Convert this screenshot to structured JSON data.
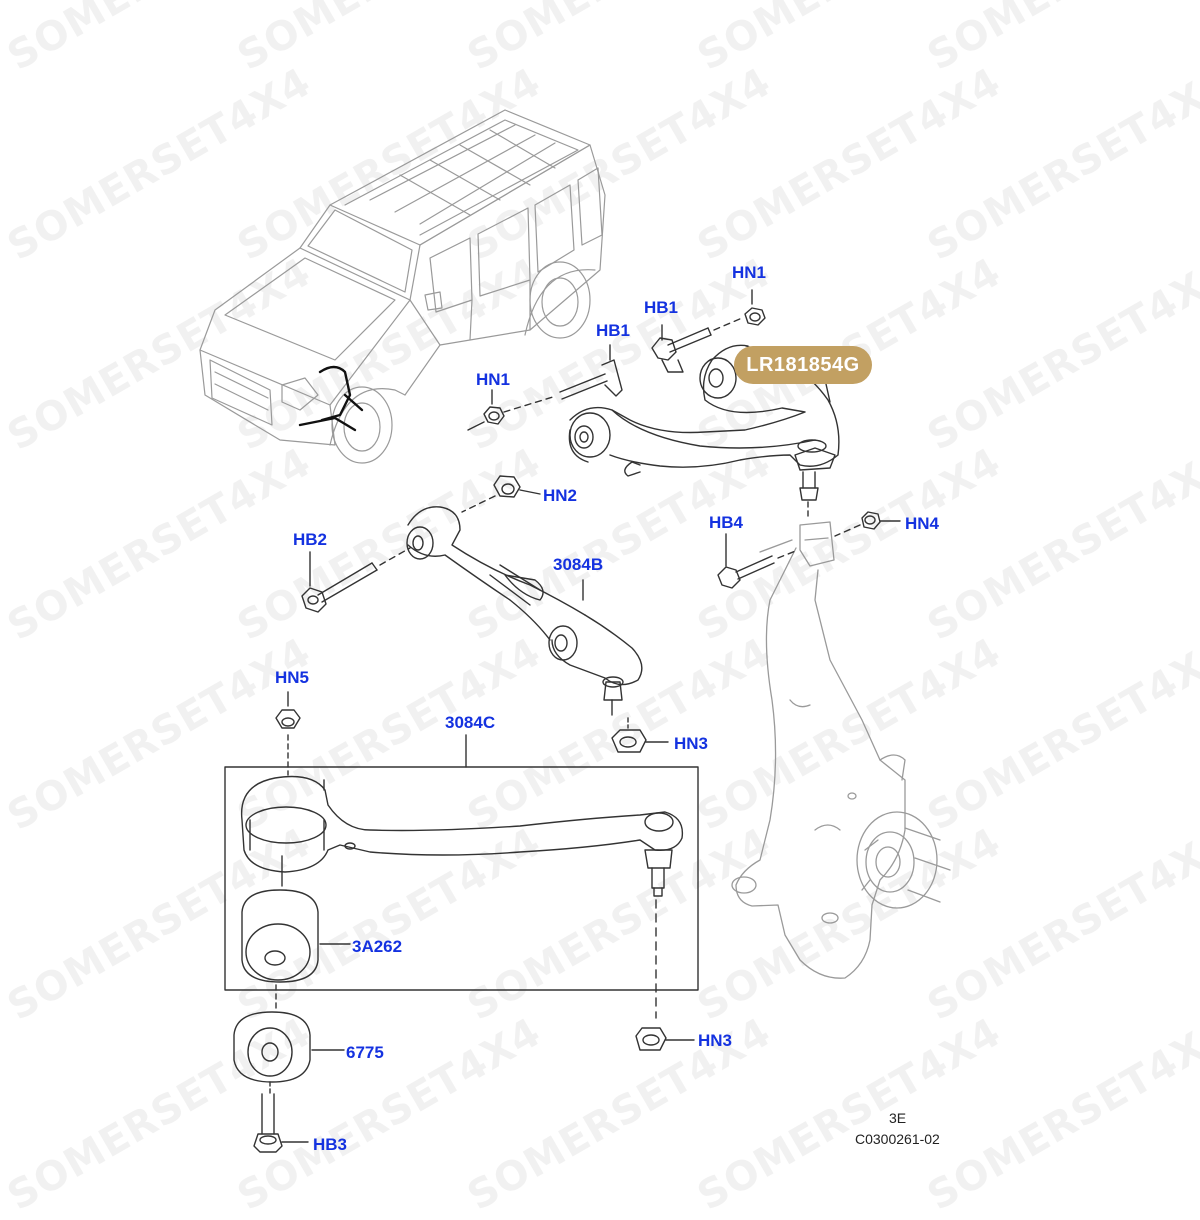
{
  "part_badge": "LR181854G",
  "watermark": "SOMERSET4X4",
  "callouts": {
    "hn1_top": "HN1",
    "hb1_top": "HB1",
    "hb1_mid": "HB1",
    "hn1_mid": "HN1",
    "hn2": "HN2",
    "hb2": "HB2",
    "p3084b": "3084B",
    "hb4": "HB4",
    "hn4": "HN4",
    "hn5": "HN5",
    "p3084c": "3084C",
    "hn3_mid": "HN3",
    "p3a262": "3A262",
    "p6775": "6775",
    "hn3_bot": "HN3",
    "hb3": "HB3"
  },
  "footer": {
    "code": "3E",
    "ref": "C0300261-02"
  },
  "colors": {
    "callout": "#1432e0",
    "badge": "#c2a062",
    "line": "#333333",
    "vehicle": "#9a9a9a"
  }
}
